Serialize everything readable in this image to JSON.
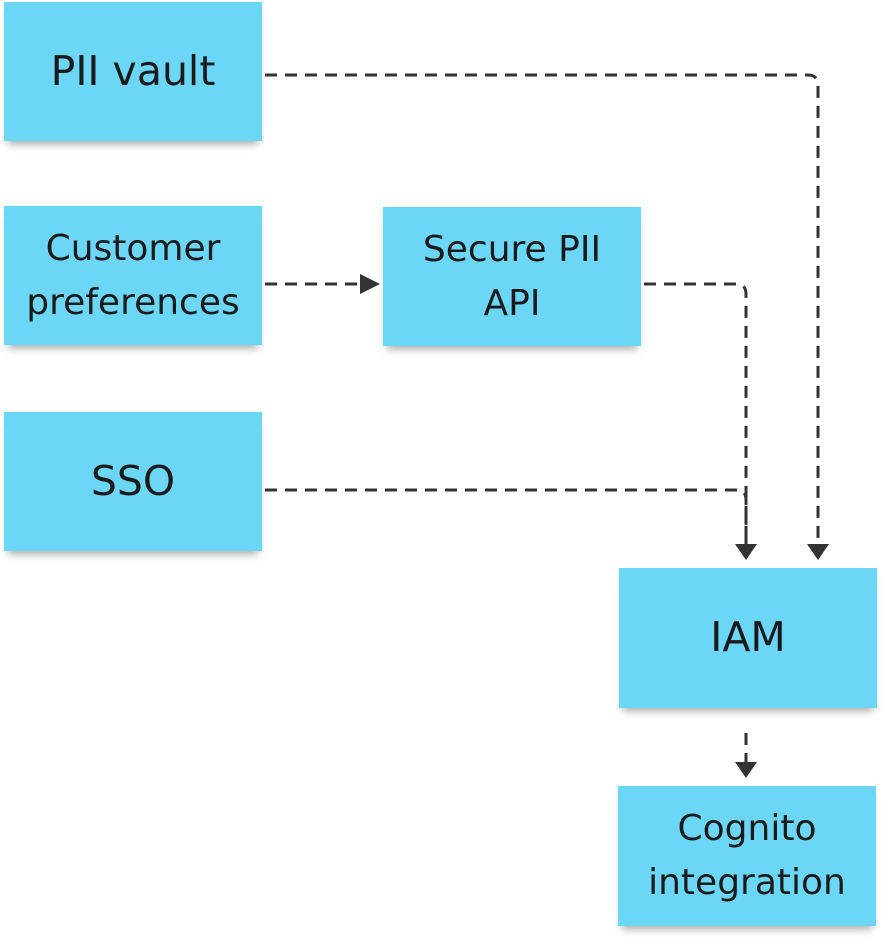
{
  "diagram": {
    "note_color": "#6bd6f6",
    "connector_color": "#333333",
    "connector_style": "dashed",
    "notes": {
      "pii_vault": "PII vault",
      "customer_preferences": "Customer preferences",
      "secure_pii_api": "Secure PII API",
      "sso": "SSO",
      "iam": "IAM",
      "cognito_integration": "Cognito integration"
    },
    "connections": [
      {
        "from": "Customer preferences",
        "to": "Secure PII API"
      },
      {
        "from": "Secure PII API",
        "to": "IAM"
      },
      {
        "from": "SSO",
        "to": "IAM"
      },
      {
        "from": "PII vault",
        "to": "IAM"
      },
      {
        "from": "IAM",
        "to": "Cognito integration"
      }
    ]
  }
}
